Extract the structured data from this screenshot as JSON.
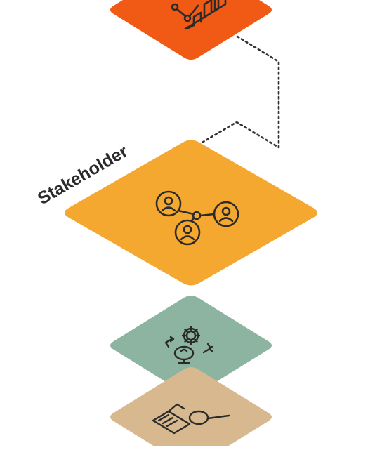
{
  "diagram": {
    "layers": [
      {
        "name": "analytics",
        "color": "#F05A14",
        "icon": "analytics-chart-icon"
      },
      {
        "name": "stakeholder",
        "label": "Stakeholder",
        "color": "#F5A82F",
        "icon": "stakeholder-network-icon"
      },
      {
        "name": "innovation",
        "color": "#8DB4A0",
        "icon": "idea-gear-cycle-icon"
      },
      {
        "name": "research",
        "color": "#D8B88E",
        "icon": "document-search-icon"
      }
    ],
    "connector": {
      "style": "dotted",
      "color": "#333333",
      "from": "analytics",
      "to": "stakeholder",
      "arrow": "arrow-down-icon"
    },
    "icon_stroke_color": "#2B2B2B"
  }
}
